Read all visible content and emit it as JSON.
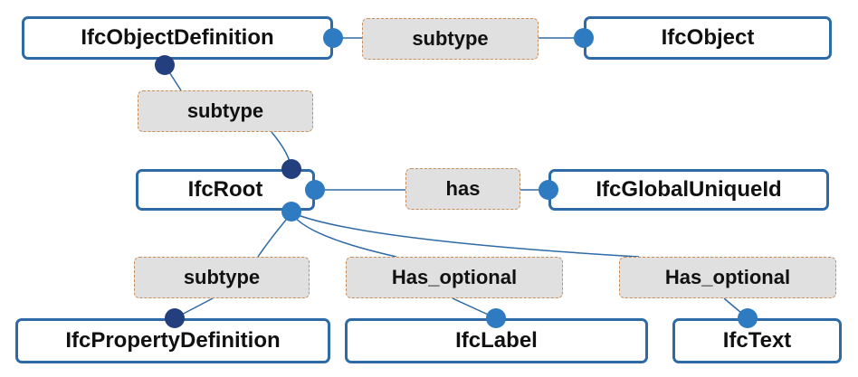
{
  "colors": {
    "node_border": "#2e6aa5",
    "edge_line": "#2e6aa5",
    "label_fill": "#e0e0e0",
    "label_border": "#c98f5a",
    "dot_light": "#2f7bc2",
    "dot_dark": "#233f7d"
  },
  "nodes": {
    "ifc_object_definition": "IfcObjectDefinition",
    "ifc_object": "IfcObject",
    "ifc_root": "IfcRoot",
    "ifc_global_unique_id": "IfcGlobalUniqueId",
    "ifc_property_definition": "IfcPropertyDefinition",
    "ifc_label": "IfcLabel",
    "ifc_text": "IfcText"
  },
  "edge_labels": {
    "object_def_to_object": "subtype",
    "object_def_to_root": "subtype",
    "root_to_global_id": "has",
    "root_to_property_def": "subtype",
    "root_to_label": "Has_optional",
    "root_to_text": "Has_optional"
  }
}
